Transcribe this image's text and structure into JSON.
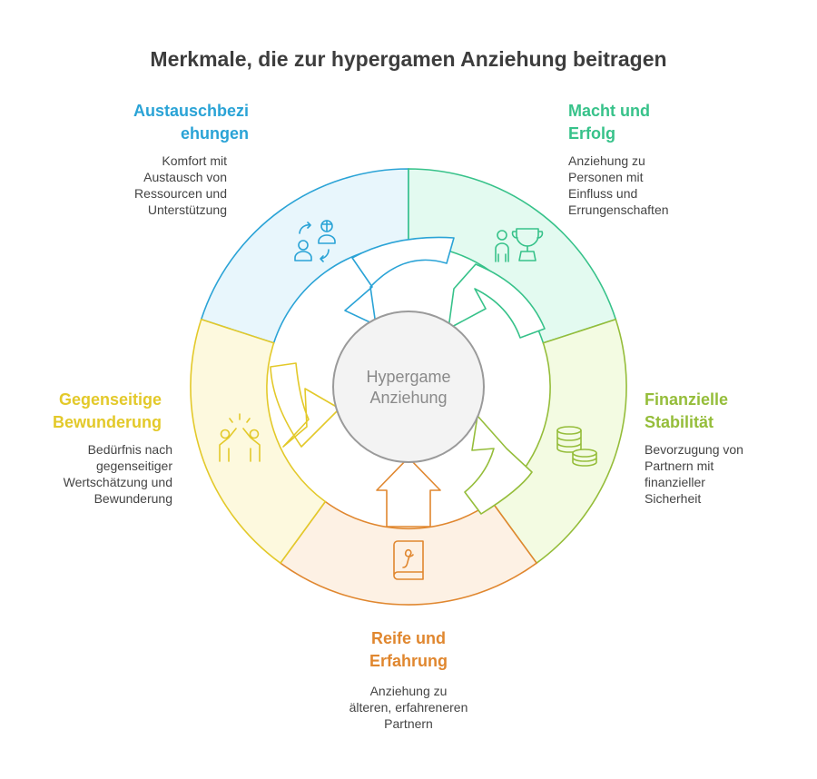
{
  "title": "Merkmale, die zur hypergamen Anziehung beitragen",
  "center": {
    "line1": "Hypergame",
    "line2": "Anziehung"
  },
  "segments": [
    {
      "id": "austausch",
      "title": "Austauschbezi\nehungen",
      "description": "Komfort mit\nAustausch von\nRessourcen und\nUnterstützung",
      "color": "#2aa3d6",
      "fill": "#e8f6fc",
      "icon": "exchange-people-icon"
    },
    {
      "id": "macht",
      "title": "Macht und\nErfolg",
      "description": "Anziehung zu\nPersonen mit\nEinfluss und\nErrungenschaften",
      "color": "#37c28a",
      "fill": "#e3faf0",
      "icon": "person-trophy-icon"
    },
    {
      "id": "finanz",
      "title": "Finanzielle\nStabilität",
      "description": "Bevorzugung von\nPartnern mit\nfinanzieller\nSicherheit",
      "color": "#95bd3a",
      "fill": "#f3fbe2",
      "icon": "coins-icon"
    },
    {
      "id": "reife",
      "title": "Reife und\nErfahrung",
      "description": "Anziehung zu\nälteren, erfahreneren\nPartnern",
      "color": "#e0872f",
      "fill": "#fdf1e4",
      "icon": "book-icon"
    },
    {
      "id": "bewunderung",
      "title": "Gegenseitige\nBewunderung",
      "description": "Bedürfnis nach\ngegenseitiger\nWertschätzung und\nBewunderung",
      "color": "#e3c92a",
      "fill": "#fdf9de",
      "icon": "high-five-icon"
    }
  ]
}
